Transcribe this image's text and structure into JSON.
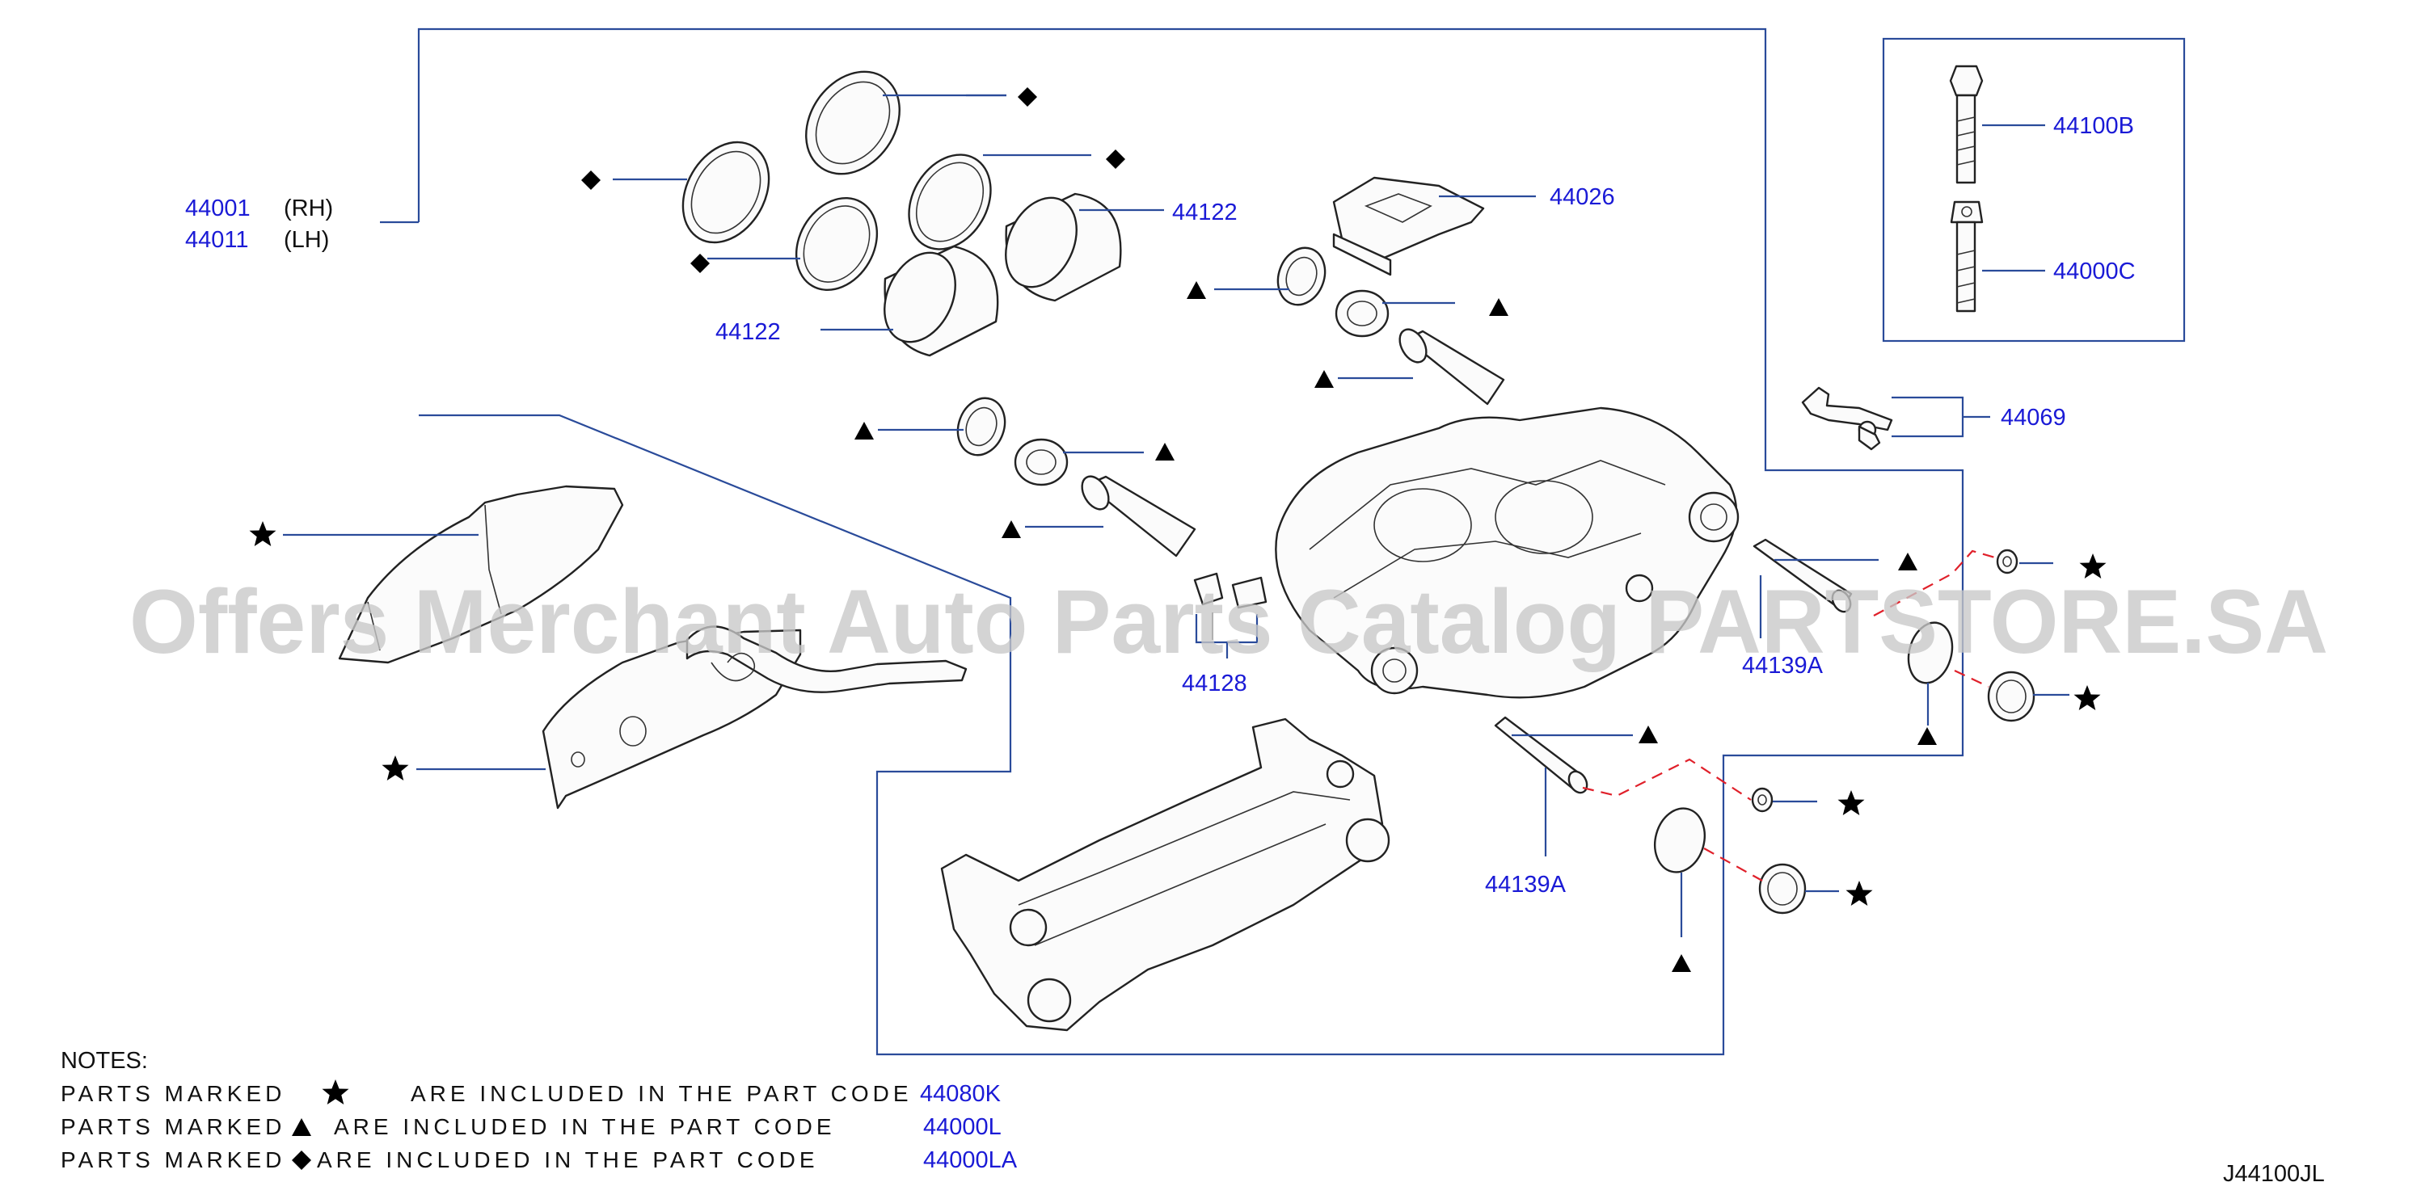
{
  "diagram": {
    "code": "J44100JL",
    "watermark": "Offers Merchant Auto Parts Catalog PARTSTORE.SA",
    "callouts": {
      "caliper_rh": "44001",
      "caliper_rh_side": "(RH)",
      "caliper_lh": "44011",
      "caliper_lh_side": "(LH)",
      "piston_upper": "44122",
      "piston_lower": "44122",
      "clip": "44026",
      "bleeder": "44128",
      "slide_pin_upper": "44139A",
      "slide_pin_lower": "44139A",
      "bolt_upper": "44100B",
      "bolt_lower": "44000C",
      "bracket": "44069"
    },
    "symbols": {
      "star": "star-icon",
      "triangle": "triangle-icon",
      "diamond": "diamond-icon"
    },
    "colors": {
      "callout_text": "#1a1ad6",
      "frame_lines": "#2a4b9a",
      "dashed_guide": "#e0202a",
      "watermark": "#c8c8c8"
    }
  },
  "notes": {
    "heading": "NOTES:",
    "line1_prefix": "PARTS MARKED",
    "line1_suffix": "ARE INCLUDED IN THE PART CODE",
    "line1_code": "44080K",
    "line2_prefix": "PARTS MARKED",
    "line2_suffix": "ARE INCLUDED IN THE PART CODE",
    "line2_code": "44000L",
    "line3_prefix": "PARTS MARKED",
    "line3_suffix": "ARE INCLUDED IN THE PART CODE",
    "line3_code": "44000LA"
  }
}
